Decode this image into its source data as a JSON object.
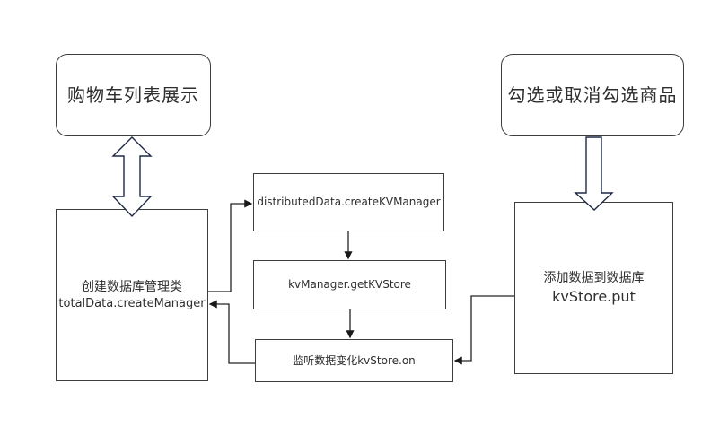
{
  "diagram": {
    "title": "shopping-cart distributed kvstore flow",
    "nodes": {
      "cart_display": {
        "label": "购物车列表展示"
      },
      "check_product": {
        "label": "勾选或取消勾选商品"
      },
      "create_manager": {
        "line1": "创建数据库管理类",
        "line2": "totalData.createManager"
      },
      "create_kv_manager": {
        "label": "distributedData.createKVManager"
      },
      "get_kv_store": {
        "label": "kvManager.getKVStore"
      },
      "kv_store_on": {
        "label": "监听数据变化kvStore.on"
      },
      "kv_store_put": {
        "line1": "添加数据到数据库",
        "line2": "kvStore.put"
      }
    },
    "edges": [
      {
        "from": "cart_display",
        "to": "create_manager",
        "style": "hollow-double-arrow"
      },
      {
        "from": "check_product",
        "to": "kv_store_put",
        "style": "hollow-arrow"
      },
      {
        "from": "create_manager",
        "to": "create_kv_manager",
        "style": "arrow"
      },
      {
        "from": "create_kv_manager",
        "to": "get_kv_store",
        "style": "arrow"
      },
      {
        "from": "get_kv_store",
        "to": "kv_store_on",
        "style": "arrow"
      },
      {
        "from": "kv_store_on",
        "to": "create_manager",
        "style": "arrow"
      },
      {
        "from": "kv_store_put",
        "to": "kv_store_on",
        "style": "arrow"
      }
    ],
    "colors": {
      "background": "#ffffff",
      "box_border": "#3d3d3d",
      "connector": "#242424",
      "hollow_arrow_outline": "#1f2945",
      "text": "#2e2e2e"
    }
  }
}
